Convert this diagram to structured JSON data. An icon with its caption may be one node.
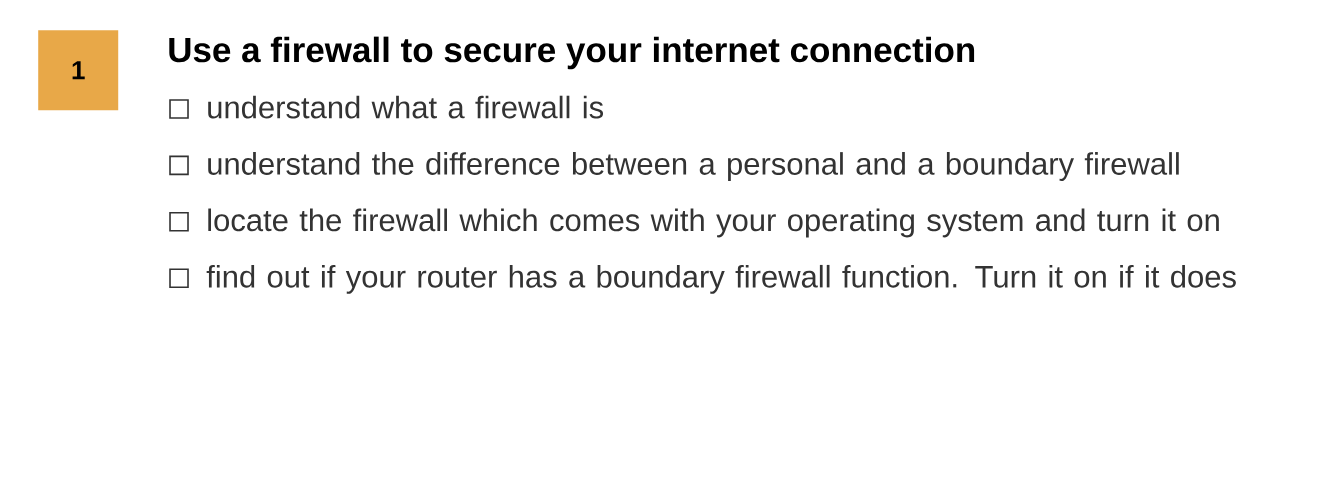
{
  "diagram": {
    "title": "Use a firewall to secure your internet connection",
    "nodes": [
      {
        "text": [
          "1"
        ]
      }
    ],
    "labels": [
      "understand what a firewall is",
      "understand the difference between a personal and a boundary firewall",
      "locate the firewall which comes with your operating system and turn it on",
      "find out if your router has a boundary firewall function. Turn it on if it does"
    ]
  }
}
